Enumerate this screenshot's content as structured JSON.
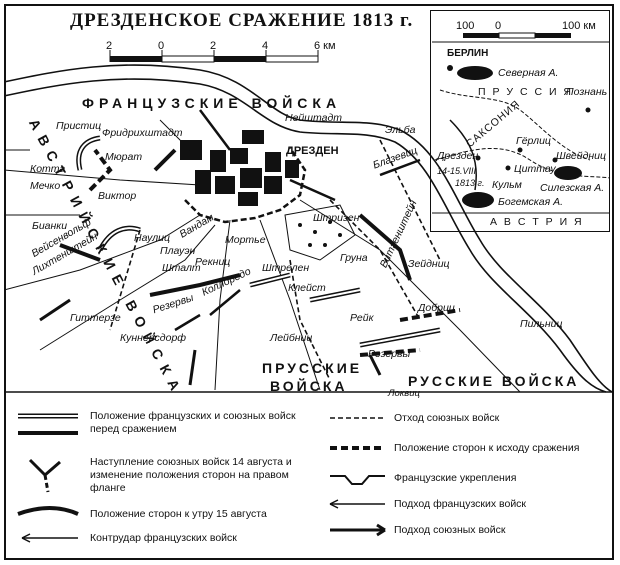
{
  "title": "ДРЕЗДЕНСКОЕ СРАЖЕНИЕ 1813 г.",
  "scale": {
    "ticks": [
      "2",
      "0",
      "2",
      "4",
      "6 км"
    ]
  },
  "inset": {
    "scale_ticks": [
      "100",
      "0",
      "100 км"
    ],
    "labels": {
      "berlin": "БЕРЛИН",
      "north_army": "Северная А.",
      "prussia": "П Р У С С И Я",
      "poznan": "Познань",
      "saxony": "САКСОНИЯ",
      "dresden": "Дрезден",
      "gerlits": "Гёрлиц",
      "date": "14-15.VIII",
      "year": "1813 г.",
      "tsittau": "Циттау",
      "kulm": "Кульм",
      "shveidnits": "Швейдниц",
      "silesian_army": "Силезская А.",
      "bohemian_army": "Богемская А.",
      "austria": "А В С Т Р И Я"
    }
  },
  "map_labels": {
    "french_troops": "ФРАНЦУЗСКИЕ ВОЙСКА",
    "austrian_troops": "АВСТРИЙСКИЕ ВОЙСКА",
    "prussian_troops_1": "ПРУССКИЕ",
    "prussian_troops_2": "ВОЙСКА",
    "russian_troops": "РУССКИЕ ВОЙСКА",
    "neishtadt": "Нейштадт",
    "elba": "Эльба",
    "dresden": "ДРЕЗДЕН",
    "blazevits": "Блазевиц",
    "pristits": "Пристиц",
    "fridrikhshtadt": "Фридрихштадт",
    "myurat": "Мюрат",
    "kotta": "Котта",
    "mechko": "Мечко",
    "viktor": "Виктор",
    "biankki": "Бианки",
    "veisenvolf": "Вейсенвольф",
    "likhtenshtein": "Лихтенштейн",
    "naulits": "Наулиц",
    "plauen": "Плауэн",
    "shtalt": "Шталт",
    "reknits": "Рекниц",
    "vandam": "Вандам",
    "mortie": "Мортье",
    "kolloredo": "Коллоредо",
    "shtrelen": "Штрелен",
    "kleist": "Клейст",
    "shtrizen": "Штризен",
    "gruna": "Груна",
    "vittgenshtein": "Витгенштейн",
    "zeidnits": "Зейдниц",
    "dobrits": "Добриц",
    "reik": "Рейк",
    "reservy1": "Резервы",
    "reservy2": "Резервы",
    "gitterze": "Гиттерзе",
    "kunnersdorf": "Куннерсдорф",
    "leibnits": "Лейбниц",
    "lokvits": "Локвиц",
    "pilnits": "Пильниц"
  },
  "legend": [
    {
      "symbol": "double-line",
      "text": "Положение французских и союзных войск перед сражением"
    },
    {
      "symbol": "advance",
      "text": "Наступление союзных войск 14 августа и изменение положения сторон на правом фланге"
    },
    {
      "symbol": "position-15",
      "text": "Положение сторон к утру 15 августа"
    },
    {
      "symbol": "counterattack",
      "text": "Контрудар французских войск"
    },
    {
      "symbol": "retreat",
      "text": "Отход союзных войск"
    },
    {
      "symbol": "end-position",
      "text": "Положение сторон к исходу сражения"
    },
    {
      "symbol": "fortifications",
      "text": "Французские укрепления"
    },
    {
      "symbol": "french-approach",
      "text": "Подход французских войск"
    },
    {
      "symbol": "allied-approach",
      "text": "Подход союзных войск"
    }
  ]
}
